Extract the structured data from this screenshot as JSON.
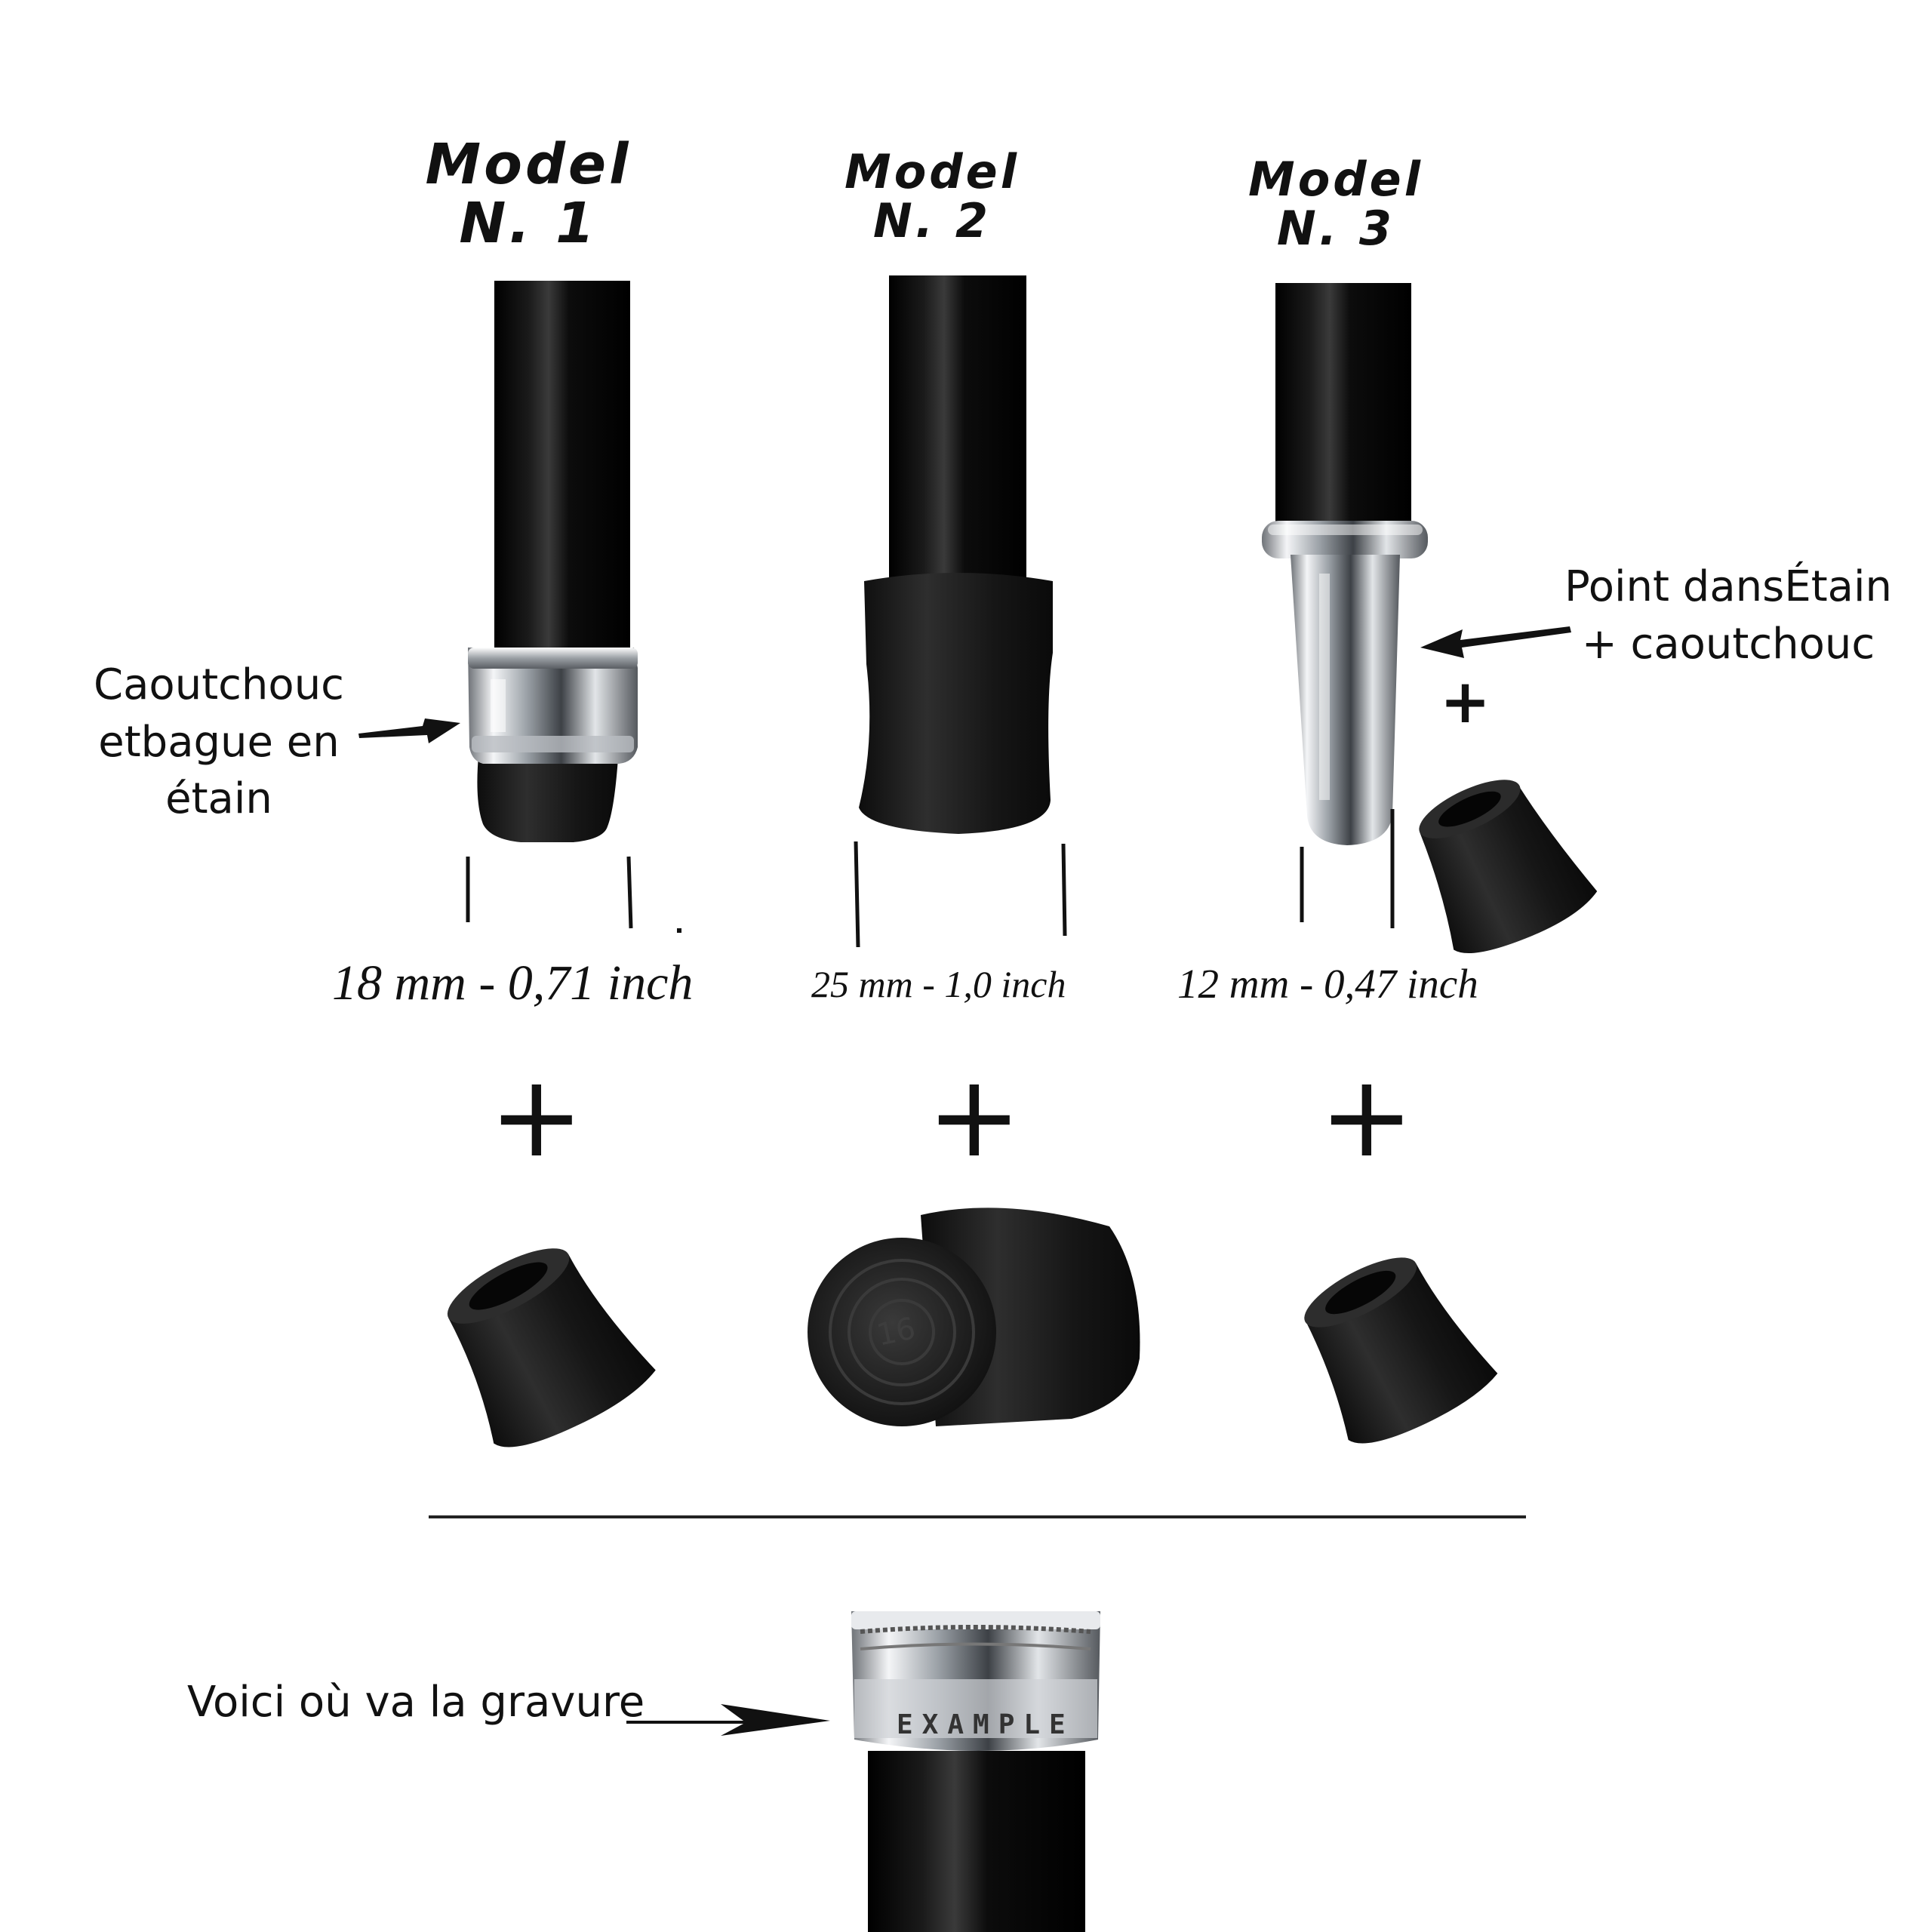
{
  "models": [
    {
      "title_line1": "Model",
      "title_line2": "N. 1",
      "measure": "18 mm - 0,71 inch"
    },
    {
      "title_line1": "Model",
      "title_line2": "N. 2",
      "measure": "25 mm - 1,0 inch"
    },
    {
      "title_line1": "Model",
      "title_line2": "N. 3",
      "measure": "12 mm - 0,47 inch"
    }
  ],
  "callouts": {
    "left_line1": "Caoutchouc",
    "left_line2": "etbague en",
    "left_line3": "étain",
    "right_line1": "Point dansÉtain",
    "right_line2": "+ caoutchouc",
    "engraving": "Voici où va la gravure"
  },
  "symbols": {
    "plus": "+"
  },
  "tip_number": "16",
  "engraving_example": "EXAMPLE",
  "colors": {
    "shaft": "#050505",
    "rubber": "#1c1c1c",
    "metal": "#c9ccd0",
    "text": "#111111"
  }
}
